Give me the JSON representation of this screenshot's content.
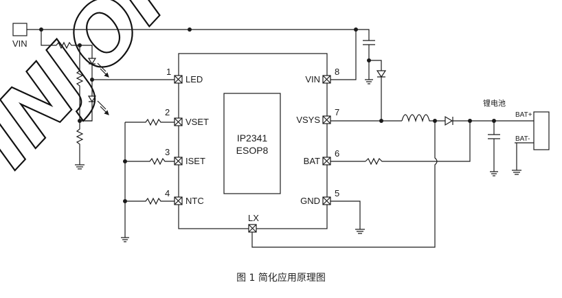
{
  "chip": {
    "name": "IP2341",
    "package": "ESOP8"
  },
  "pins": [
    {
      "num": "1",
      "name": "LED"
    },
    {
      "num": "2",
      "name": "VSET"
    },
    {
      "num": "3",
      "name": "ISET"
    },
    {
      "num": "4",
      "name": "NTC"
    },
    {
      "num": "8",
      "name": "VIN"
    },
    {
      "num": "7",
      "name": "VSYS"
    },
    {
      "num": "6",
      "name": "BAT"
    },
    {
      "num": "5",
      "name": "GND"
    },
    {
      "num": "",
      "name": "LX"
    }
  ],
  "labels": {
    "vin": "VIN",
    "battery": "锂电池",
    "bat_plus": "BAT+",
    "bat_minus": "BAT-"
  },
  "watermark": "INJOI",
  "caption": "图 1  简化应用原理图"
}
